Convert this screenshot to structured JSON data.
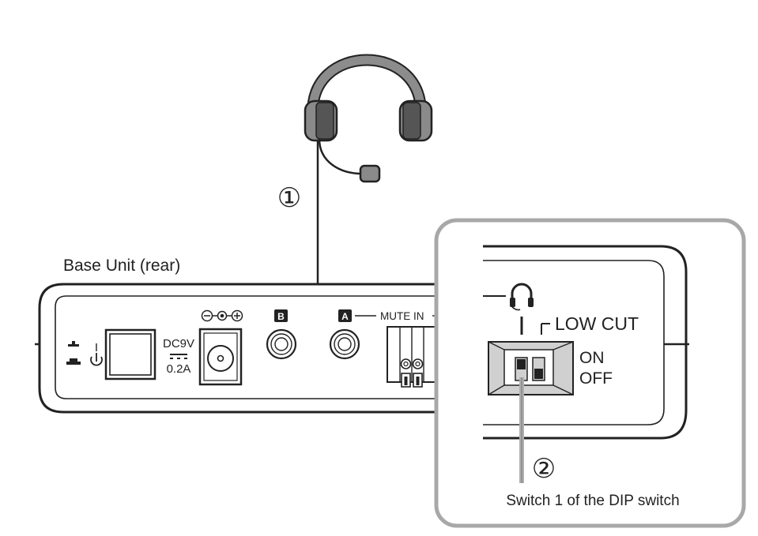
{
  "labels": {
    "base_unit": "Base Unit (rear)",
    "step1": "①",
    "step2": "②",
    "dc_voltage": "DC9V",
    "dc_current": "0.2A",
    "jack_b": "B",
    "jack_a": "A",
    "mute_in": "MUTE IN",
    "low_cut": "LOW CUT",
    "on": "ON",
    "off": "OFF",
    "caption": "Switch 1 of the DIP switch",
    "power_on_mark": "I"
  },
  "icons": {
    "headset": "headset-icon",
    "power": "power-standby-icon",
    "polarity": "dc-polarity-icon",
    "headphone": "headphone-icon"
  },
  "colors": {
    "line": "#222222",
    "headset_gray": "#8a8a8a",
    "inset_border": "#a8a8a8",
    "dip_switch_fill": "#d0d0d0"
  }
}
